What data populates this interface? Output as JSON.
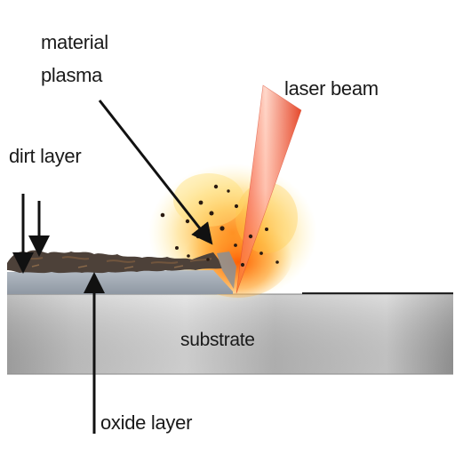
{
  "labels": {
    "material": "material",
    "plasma": "plasma",
    "laser_beam": "laser beam",
    "dirt_layer": "dirt layer",
    "substrate": "substrate",
    "oxide_layer": "oxide layer"
  },
  "colors": {
    "substrate_light": "#d6d6d6",
    "substrate_dark": "#8c8c8c",
    "oxide_layer": "#9aa3ad",
    "dirt_layer": "#4a4038",
    "plasma_core": "#ff8a1a",
    "plasma_glow": "#ffd35a",
    "laser_beam": "#e8563a",
    "arrow": "#111111"
  }
}
